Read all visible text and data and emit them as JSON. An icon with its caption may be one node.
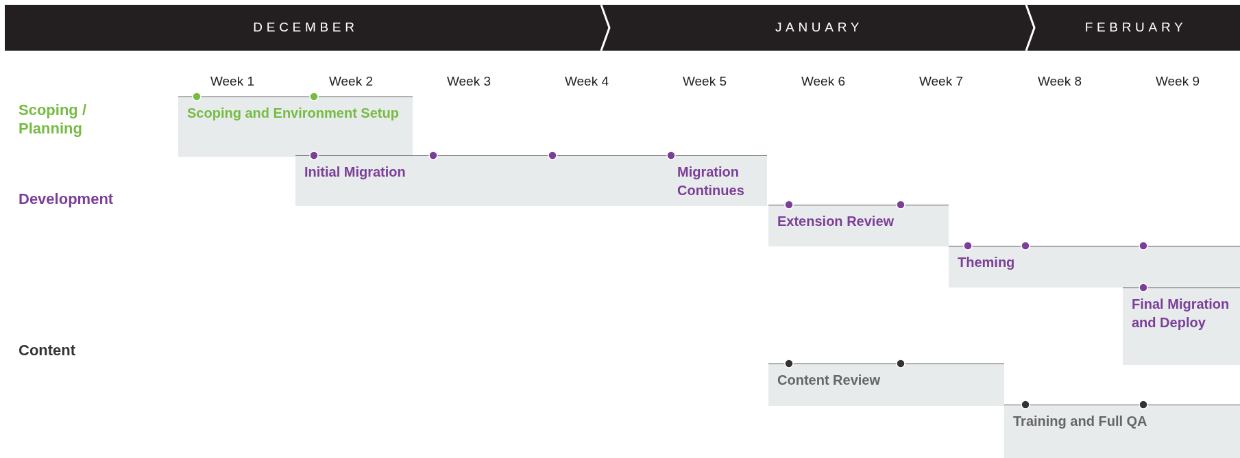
{
  "diagram": {
    "nodes": [
      {
        "text": [
          "DECEMBER"
        ]
      },
      {
        "text": [
          "JANUARY"
        ]
      },
      {
        "text": [
          "FEBRUARY"
        ]
      },
      {
        "text": [
          "Scoping and Environment Setup"
        ]
      },
      {
        "text": [
          "Initial Migration"
        ]
      },
      {
        "text": [
          "Migration Continues"
        ]
      },
      {
        "text": [
          "Extension Review"
        ]
      },
      {
        "text": [
          "Theming"
        ]
      },
      {
        "text": [
          "Final Migration and Deploy"
        ]
      },
      {
        "text": [
          "Content Review"
        ]
      },
      {
        "text": [
          "Training and Full QA"
        ]
      }
    ],
    "edges": [],
    "labels": [
      "Week 1",
      "Week 2",
      "Week 3",
      "Week 4",
      "Week 5",
      "Week 6",
      "Week 7",
      "Week 8",
      "Week 9",
      "Scoping / Planning",
      "Development",
      "Content"
    ]
  }
}
